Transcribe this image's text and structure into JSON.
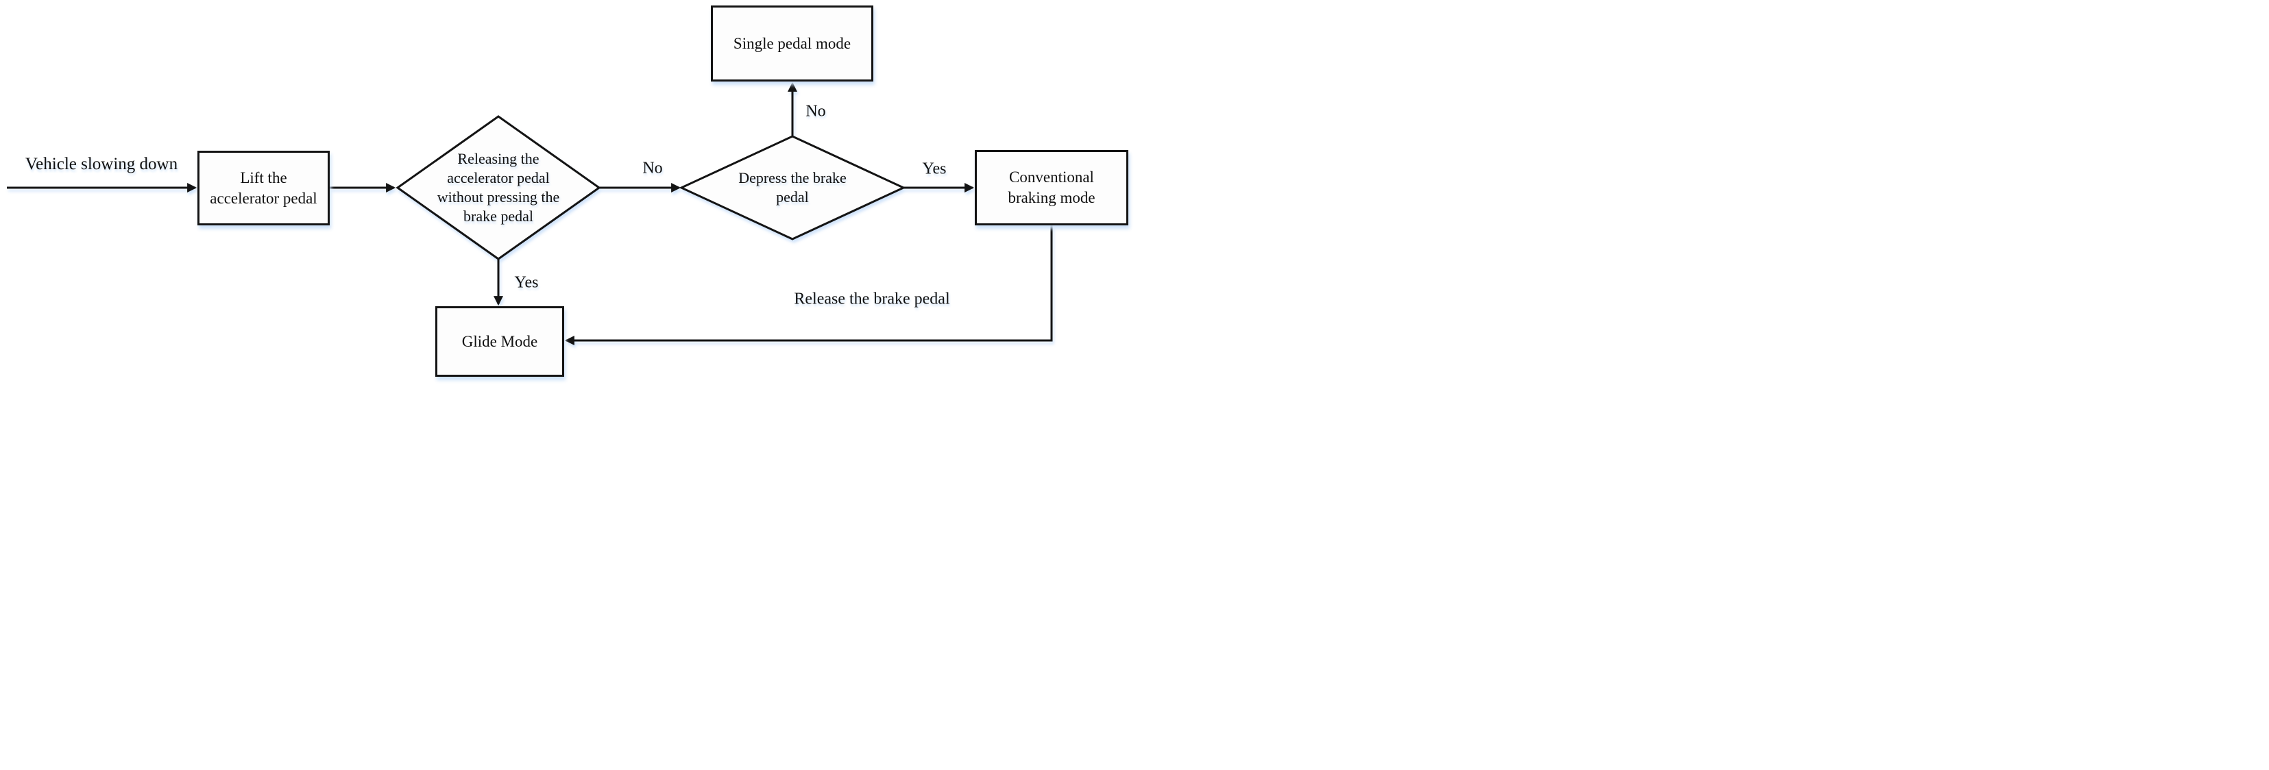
{
  "figure": {
    "type": "flowchart",
    "description": "Vehicle deceleration pedal-mode decision flowchart"
  },
  "colors": {
    "line": "#141414",
    "node_fill": "#fdfdfd",
    "glow_shadow": "#cbe0f9",
    "background": "#ffffff",
    "text": "#111111"
  },
  "nodes": {
    "start_label": "Vehicle slowing down",
    "lift_accelerator": "Lift the\naccelerator pedal",
    "releasing_decision": "Releasing the\naccelerator pedal\nwithout pressing the\nbrake pedal",
    "depress_decision": "Depress the brake\npedal",
    "single_pedal_mode": "Single pedal mode",
    "conventional_braking": "Conventional\nbraking mode",
    "glide_mode": "Glide Mode"
  },
  "edge_labels": {
    "releasing_no": "No",
    "depress_no": "No",
    "depress_yes": "Yes",
    "releasing_yes": "Yes",
    "conventional_to_glide": "Release the brake pedal"
  }
}
